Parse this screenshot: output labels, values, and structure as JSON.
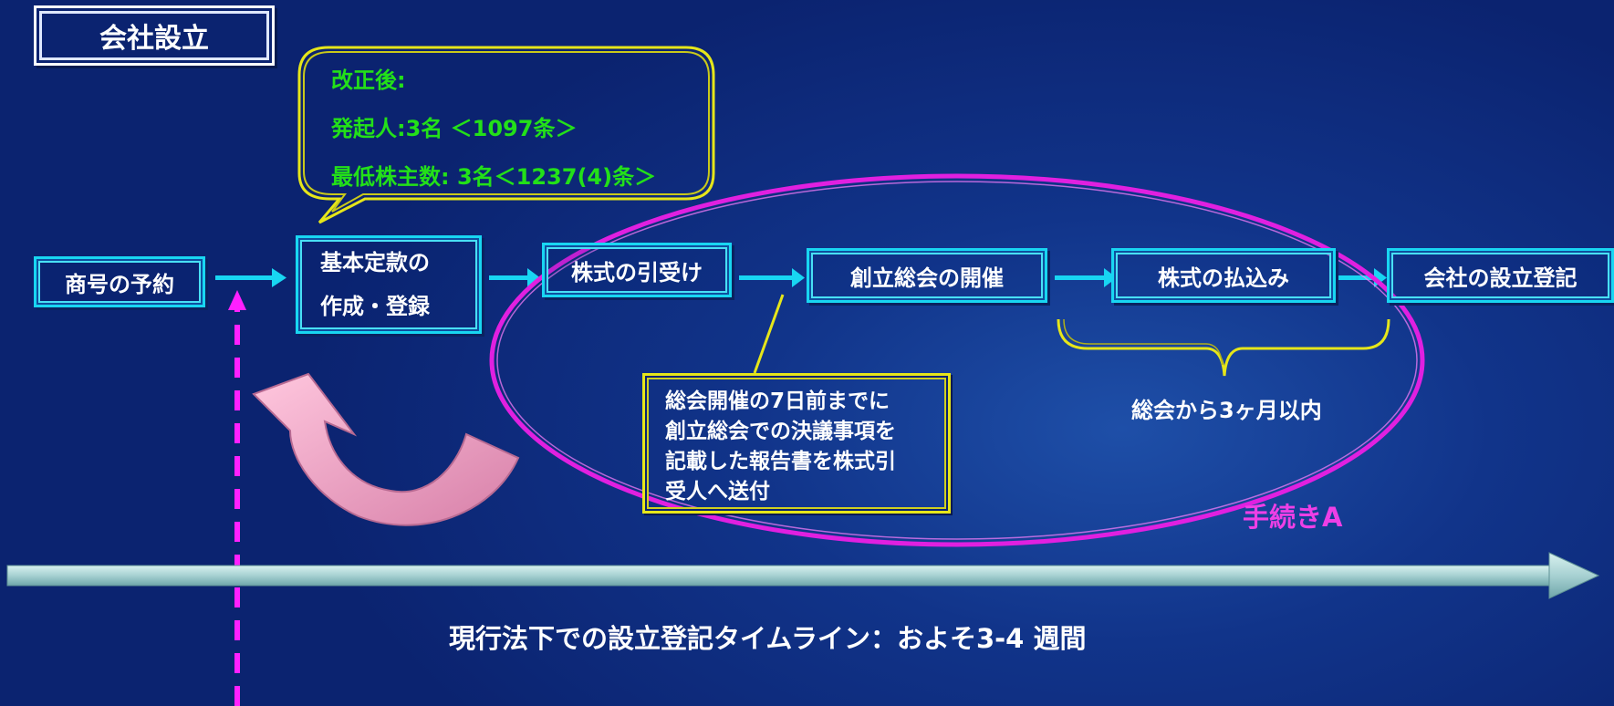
{
  "title": "会社設立",
  "steps": [
    {
      "id": "shogo",
      "label": "商号の予約"
    },
    {
      "id": "teikan",
      "lines": [
        "基本定款の",
        "作成・登録"
      ]
    },
    {
      "id": "hikiuke",
      "label": "株式の引受け"
    },
    {
      "id": "sokai",
      "label": "創立総会の開催"
    },
    {
      "id": "haraikomi",
      "label": "株式の払込み"
    },
    {
      "id": "toki",
      "label": "会社の設立登記"
    }
  ],
  "callout": {
    "lines": [
      "改正後:",
      "発起人:3名 ＜1097条＞",
      "最低株主数:  3名＜1237(4)条＞"
    ]
  },
  "note": {
    "lines": [
      "総会開催の7日前までに",
      "創立総会での決議事項を",
      "記載した報告書を株式引",
      "受人へ送付"
    ]
  },
  "brace_label": "総会から3ヶ月以内",
  "procedure_label": "手続きA",
  "timeline_caption": "現行法下での設立登記タイムライン：およそ3-4 週間",
  "colors": {
    "background": "#0b2370",
    "box_border": "#18d6f2",
    "callout_border": "#e6e61a",
    "callout_text": "#23e019",
    "ellipse": "#e020e0",
    "timeline_bar": "#a9d4d4",
    "curved_arrow": "#f0a6c8",
    "dashed_arrow": "#ff20ff"
  }
}
